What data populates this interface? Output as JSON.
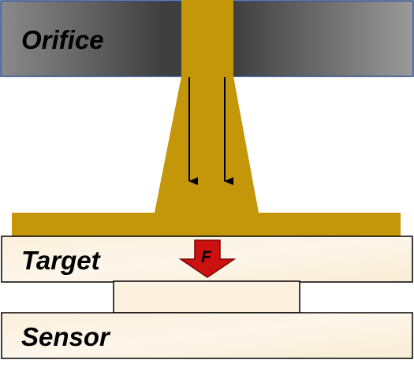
{
  "labels": {
    "orifice": "Orifice",
    "target": "Target",
    "sensor": "Sensor",
    "force": "F"
  },
  "colors": {
    "orifice_dark": "#4a4a4a",
    "orifice_light": "#8a8a8a",
    "orifice_border": "#2f4f8f",
    "jet": "#c4960a",
    "plate_fill": "#fcf3e2",
    "plate_border": "#000000",
    "force_arrow": "#cc1111",
    "force_arrow_border": "#7a0000",
    "flow_arrow": "#000000"
  },
  "icons": {
    "force": "down-arrow-icon",
    "flow": "flow-arrow-icon"
  }
}
